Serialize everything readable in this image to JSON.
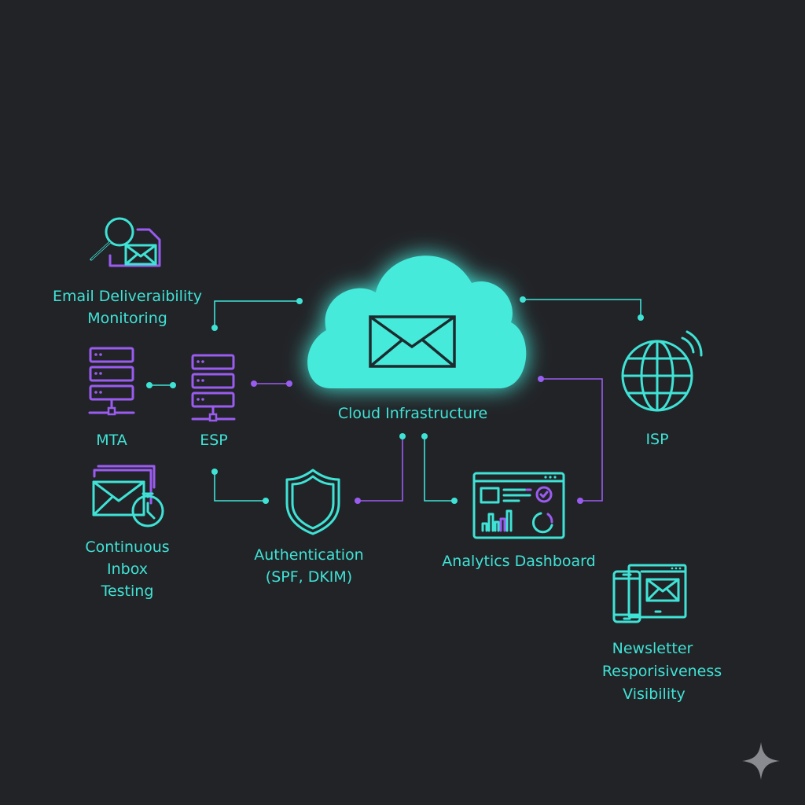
{
  "colors": {
    "background": "#222327",
    "cyan": "#3fe3d6",
    "purple": "#9a5cf0"
  },
  "nodes": {
    "monitoring": {
      "line1": "Email Deliveraibility",
      "line2": "Monitoring",
      "icon": "magnifier-email-icon"
    },
    "mta": {
      "label": "MTA",
      "icon": "server-icon"
    },
    "esp": {
      "label": "ESP",
      "icon": "server-icon"
    },
    "cloud": {
      "label": "Cloud Infrastructure",
      "icon": "cloud-envelope-icon"
    },
    "isp": {
      "label": "ISP",
      "icon": "globe-icon"
    },
    "inbox_testing": {
      "line1": "Continuous",
      "line2": "Inbox",
      "line3": "Testing",
      "icon": "envelope-stopwatch-icon"
    },
    "authentication": {
      "line1": "Authentication",
      "line2": "(SPF, DKIM)",
      "icon": "shield-check-icon"
    },
    "analytics": {
      "label": "Analytics Dashboard",
      "icon": "dashboard-icon"
    },
    "newsletter": {
      "line1": "Newsletter",
      "line2": "Resporisiveness",
      "line3": "Visibility",
      "icon": "devices-email-icon"
    }
  }
}
